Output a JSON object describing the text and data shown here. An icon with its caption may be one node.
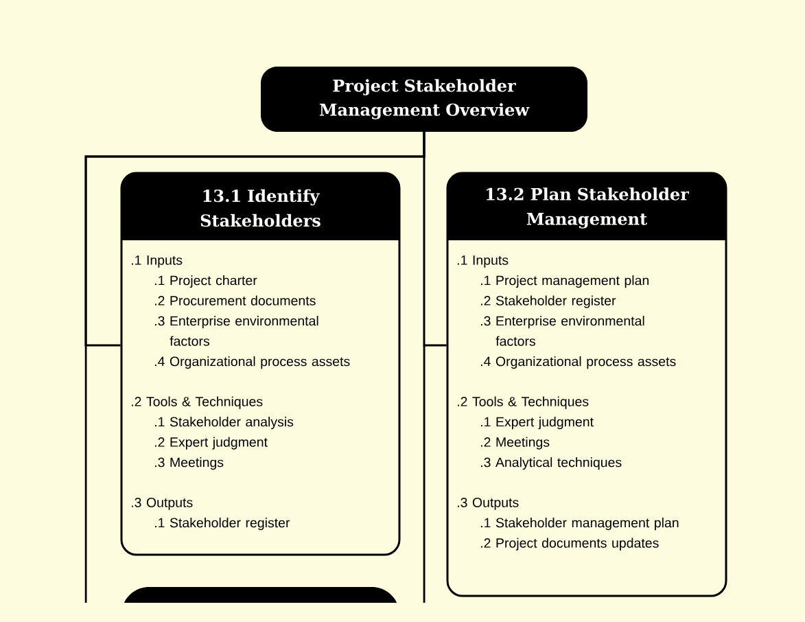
{
  "diagram": {
    "nodes": [
      {
        "text": [
          "Project Stakeholder Management Overview"
        ]
      },
      {
        "text": [
          "13.1 Identify Stakeholders",
          ".1 Inputs",
          ".1 Project charter",
          ".2 Procurement documents",
          ".3 Enterprise environmental factors",
          ".4 Organizational process assets",
          ".2 Tools & Techniques",
          ".1 Stakeholder analysis",
          ".2 Expert judgment",
          ".3 Meetings",
          ".3 Outputs",
          ".1 Stakeholder register"
        ]
      },
      {
        "text": [
          "13.2 Plan Stakeholder Management",
          ".1 Inputs",
          ".1 Project management plan",
          ".2 Stakeholder register",
          ".3 Enterprise environmental factors",
          ".4 Organizational process assets",
          ".2 Tools & Techniques",
          ".1 Expert judgment",
          ".2 Meetings",
          ".3 Analytical techniques",
          ".3 Outputs",
          ".1 Stakeholder management plan",
          ".2 Project documents updates"
        ]
      },
      {
        "text": [],
        "shape": "box"
      }
    ],
    "edges": [
      {
        "from": 0,
        "to": 1,
        "arrow": "none"
      },
      {
        "from": 0,
        "to": 2,
        "arrow": "none"
      },
      {
        "from": 0,
        "to": 3,
        "arrow": "none"
      }
    ]
  }
}
